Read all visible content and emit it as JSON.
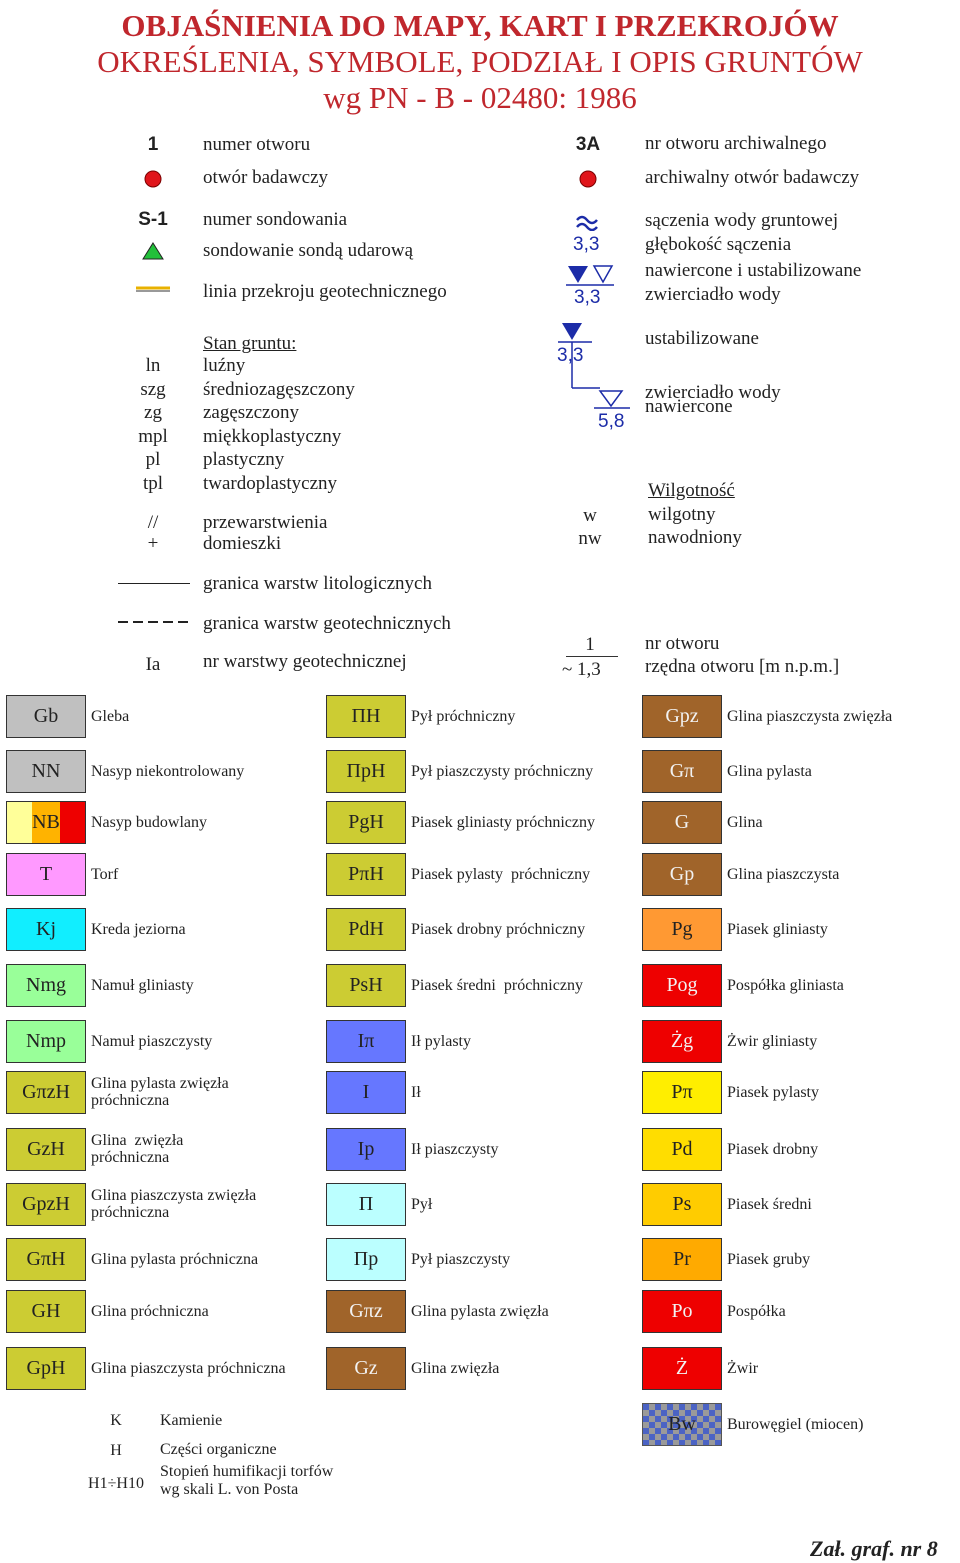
{
  "title": {
    "line1": "OBJAŚNIENIA DO MAPY, KART I PRZEKROJÓW",
    "line2": "OKREŚLENIA, SYMBOLE, PODZIAŁ I OPIS GRUNTÓW",
    "line3": "wg PN - B - 02480: 1986"
  },
  "symbols_left": {
    "num1": "1",
    "num1_label": "numer otworu",
    "dot_label": "otwór badawczy",
    "s1": "S-1",
    "s1_label": "numer sondowania",
    "tri_label": "sondowanie sondą udarową",
    "line_label": "linia przekroju geotechnicznego"
  },
  "symbols_right": {
    "num3a": "3A",
    "num3a_label": "nr otworu archiwalnego",
    "dot_label": "archiwalny otwór badawczy",
    "seep_depth": "3,3",
    "seep_label1": "sączenia wody gruntowej",
    "seep_label2": "głębokość sączenia",
    "wt_depth": "3,3",
    "wt_label1": "nawiercone i ustabilizowane",
    "wt_label2": "zwierciadło wody",
    "stab_depth": "3,3",
    "stab_label": "ustabilizowane",
    "drill_depth": "5,8",
    "drill_label1": "zwierciadło wody",
    "drill_label2": "nawiercone",
    "moist_title": "Wilgotność",
    "w": "w",
    "w_label": "wilgotny",
    "nw": "nw",
    "nw_label": "nawodniony",
    "frac_top": "1",
    "frac_bottom": "~ 1,3",
    "frac_label1": "nr otworu",
    "frac_label2": "rzędna otworu [m n.p.m.]"
  },
  "state": {
    "title": "Stan gruntu:",
    "rows": [
      {
        "abbr": "ln",
        "label": "luźny"
      },
      {
        "abbr": "szg",
        "label": "średniozagęszczony"
      },
      {
        "abbr": "zg",
        "label": "zagęszczony"
      },
      {
        "abbr": "mpl",
        "label": "miękkoplastyczny"
      },
      {
        "abbr": "pl",
        "label": "plastyczny"
      },
      {
        "abbr": "tpl",
        "label": "twardoplastyczny"
      }
    ],
    "inter_abbr": "//",
    "inter_label": "przewarstwienia",
    "mix_abbr": "+",
    "mix_label": "domieszki"
  },
  "boundaries": {
    "litho_label": "granica warstw litologicznych",
    "geo_label": "granica warstw geotechnicznych",
    "ia": "Ia",
    "ia_label": "nr warstwy geotechnicznej"
  },
  "soils_col1": [
    {
      "code": "Gb",
      "desc": "Gleba",
      "color": "#c0c0c0"
    },
    {
      "code": "NN",
      "desc": "Nasyp niekontrolowany",
      "color": "#c0c0c0"
    },
    {
      "code": "NB",
      "desc": "Nasyp budowlany",
      "color": "multi"
    },
    {
      "code": "T",
      "desc": "Torf",
      "color": "#ff99ff"
    },
    {
      "code": "Kj",
      "desc": "Kreda jeziorna",
      "color": "#11eeff"
    },
    {
      "code": "Nmg",
      "desc": "Namuł gliniasty",
      "color": "#99ff99"
    },
    {
      "code": "Nmp",
      "desc": "Namuł piaszczysty",
      "color": "#99ff99"
    },
    {
      "code": "GπzH",
      "desc": "Glina pylasta zwięzła\npróchniczna",
      "color": "#cccc33"
    },
    {
      "code": "GzH",
      "desc": "Glina  zwięzła\npróchniczna",
      "color": "#cccc33"
    },
    {
      "code": "GpzH",
      "desc": "Glina piaszczysta zwięzła\npróchniczna",
      "color": "#cccc33"
    },
    {
      "code": "GπH",
      "desc": "Glina pylasta próchniczna",
      "color": "#cccc33"
    },
    {
      "code": "GH",
      "desc": "Glina próchniczna",
      "color": "#cccc33"
    },
    {
      "code": "GpH",
      "desc": "Glina piaszczysta próchniczna",
      "color": "#cccc33"
    }
  ],
  "soils_col2": [
    {
      "code": "ΠH",
      "desc": "Pył próchniczny",
      "color": "#cccc33"
    },
    {
      "code": "ΠpH",
      "desc": "Pył piaszczysty próchniczny",
      "color": "#cccc33"
    },
    {
      "code": "PgH",
      "desc": "Piasek gliniasty próchniczny",
      "color": "#cccc33"
    },
    {
      "code": "PπH",
      "desc": "Piasek pylasty  próchniczny",
      "color": "#cccc33"
    },
    {
      "code": "PdH",
      "desc": "Piasek drobny próchniczny",
      "color": "#cccc33"
    },
    {
      "code": "PsH",
      "desc": "Piasek średni  próchniczny",
      "color": "#cccc33"
    },
    {
      "code": "Iπ",
      "desc": "Ił pylasty",
      "color": "#6677ff"
    },
    {
      "code": "I",
      "desc": "Ił",
      "color": "#6677ff"
    },
    {
      "code": "Ip",
      "desc": "Ił piaszczysty",
      "color": "#6677ff"
    },
    {
      "code": "Π",
      "desc": "Pył",
      "color": "#bbffff"
    },
    {
      "code": "Πp",
      "desc": "Pył piaszczysty",
      "color": "#bbffff"
    },
    {
      "code": "Gπz",
      "desc": "Glina pylasta zwięzła",
      "color": "#a0642a"
    },
    {
      "code": "Gz",
      "desc": "Glina zwięzła",
      "color": "#a0642a"
    }
  ],
  "soils_col3": [
    {
      "code": "Gpz",
      "desc": "Glina piaszczysta zwięzła",
      "color": "#a0642a"
    },
    {
      "code": "Gπ",
      "desc": "Glina pylasta",
      "color": "#a0642a"
    },
    {
      "code": "G",
      "desc": "Glina",
      "color": "#a0642a"
    },
    {
      "code": "Gp",
      "desc": "Glina piaszczysta",
      "color": "#a0642a"
    },
    {
      "code": "Pg",
      "desc": "Piasek gliniasty",
      "color": "#ff9933"
    },
    {
      "code": "Pog",
      "desc": "Pospółka gliniasta",
      "color": "#ee0000"
    },
    {
      "code": "Żg",
      "desc": "Żwir gliniasty",
      "color": "#ee0000"
    },
    {
      "code": "Pπ",
      "desc": "Piasek pylasty",
      "color": "#ffee00"
    },
    {
      "code": "Pd",
      "desc": "Piasek drobny",
      "color": "#ffdd00"
    },
    {
      "code": "Ps",
      "desc": "Piasek średni",
      "color": "#ffcc00"
    },
    {
      "code": "Pr",
      "desc": "Piasek gruby",
      "color": "#ffaa00"
    },
    {
      "code": "Po",
      "desc": "Pospółka",
      "color": "#ee0000"
    },
    {
      "code": "Ż",
      "desc": "Żwir",
      "color": "#ee0000"
    }
  ],
  "bw": {
    "code": "Bw",
    "desc": "Burowęgiel (miocen)"
  },
  "bottom_notes": [
    {
      "abbr": "K",
      "label": "Kamienie"
    },
    {
      "abbr": "H",
      "label": "Części  organiczne"
    },
    {
      "abbr": "H1÷H10",
      "label": "Stopień humifikacji torfów\nwg skali L. von Posta"
    }
  ],
  "footer": "Zał. graf. nr 8",
  "colors": {
    "title_red": "#c0272d",
    "marker_red": "#e0151b",
    "marker_green": "#22c03a",
    "water_blue": "#1c2ca8",
    "line_yellow": "#e8b100"
  }
}
